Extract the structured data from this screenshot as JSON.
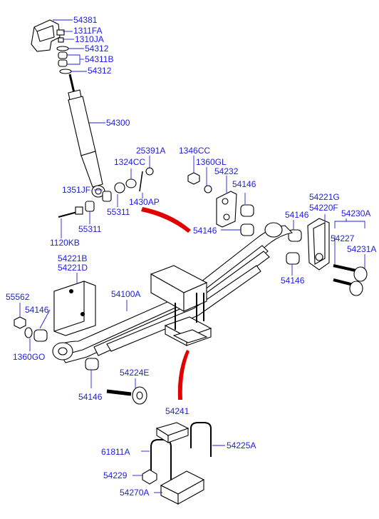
{
  "diagram": {
    "labels": {
      "l54381": "54381",
      "l1311FA": "1311FA",
      "l1310JA": "1310JA",
      "l54312a": "54312",
      "l54311B": "54311B",
      "l54312b": "54312",
      "l54300": "54300",
      "l25391A": "25391A",
      "l1346CC": "1346CC",
      "l1324CC": "1324CC",
      "l1360GL": "1360GL",
      "l54232": "54232",
      "l1351JF": "1351JF",
      "l54146a": "54146",
      "l1430AP": "1430AP",
      "l55311a": "55311",
      "l55311b": "55311",
      "l1120KB": "1120KB",
      "l54146b": "54146",
      "l54221G": "54221G",
      "l54220F": "54220F",
      "l54230A": "54230A",
      "l54146c": "54146",
      "l54227": "54227",
      "l54231A": "54231A",
      "l54146d": "54146",
      "l54221B": "54221B",
      "l54221D": "54221D",
      "l55562": "55562",
      "l54100A": "54100A",
      "l54146e": "54146",
      "l1360GO": "1360GO",
      "l54224E": "54224E",
      "l54146f": "54146",
      "l54241": "54241",
      "l61811A": "61811A",
      "l54225A": "54225A",
      "l54229": "54229",
      "l54270A": "54270A"
    },
    "colors": {
      "label": "#1d1de0",
      "arrow": "#e00000",
      "outline": "#000000"
    }
  }
}
